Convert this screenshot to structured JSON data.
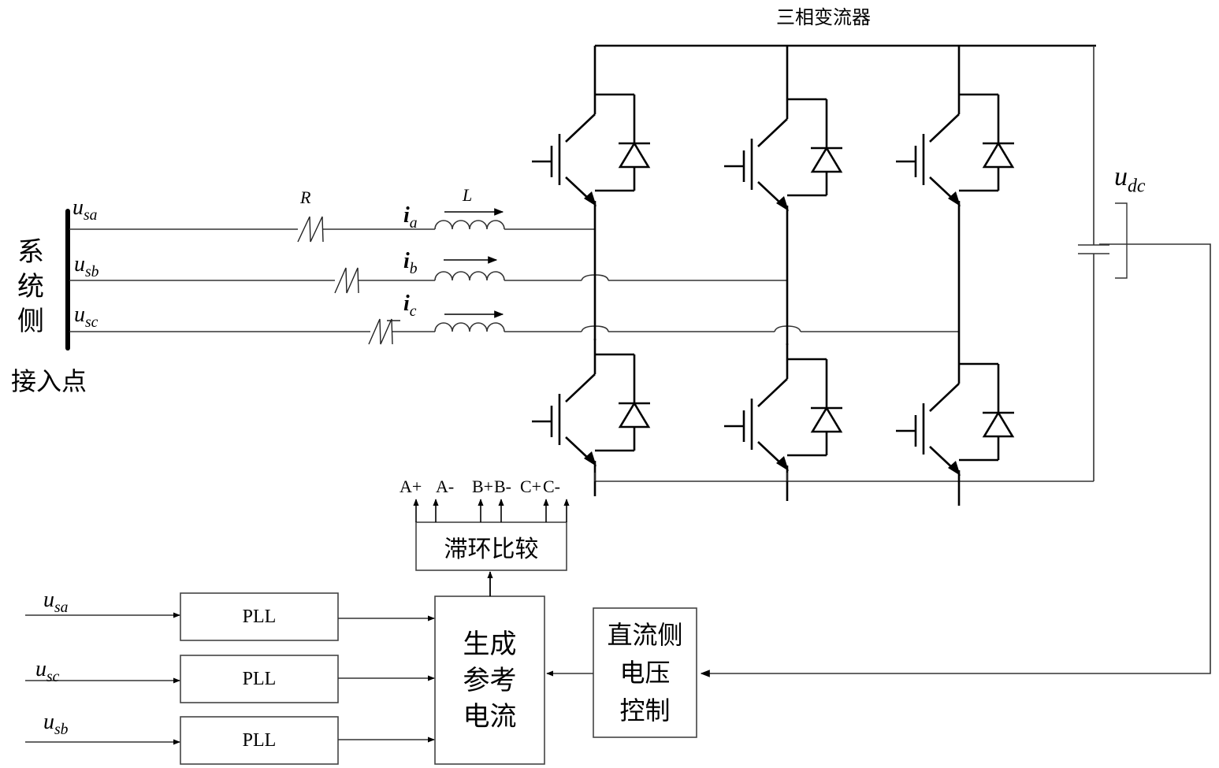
{
  "diagram": {
    "converter_title": "三相变流器",
    "system_side_label": "系统侧",
    "access_point_label": "接入点",
    "bus_voltages": [
      {
        "base": "u",
        "sub": "sa"
      },
      {
        "base": "u",
        "sub": "sb"
      },
      {
        "base": "u",
        "sub": "sc"
      }
    ],
    "resistor_label": "R",
    "inductor_label": "L",
    "phase_currents": [
      {
        "base": "i",
        "sub": "a"
      },
      {
        "base": "i",
        "sub": "b"
      },
      {
        "base": "i",
        "sub": "c"
      }
    ],
    "dc_voltage": {
      "base": "u",
      "sub": "dc"
    },
    "switch_signals": [
      "A+",
      "A-",
      "B+",
      "B-",
      "C+",
      "C-"
    ],
    "hysteresis_block": "滞环比较",
    "pll_blocks": [
      "PLL",
      "PLL",
      "PLL"
    ],
    "pll_inputs": [
      {
        "base": "u",
        "sub": "sa"
      },
      {
        "base": "u",
        "sub": "sc"
      },
      {
        "base": "u",
        "sub": "sb"
      }
    ],
    "reference_block_lines": [
      "生成",
      "参考",
      "电流"
    ],
    "dc_control_block_lines": [
      "直流侧",
      "电压",
      "控制"
    ]
  }
}
